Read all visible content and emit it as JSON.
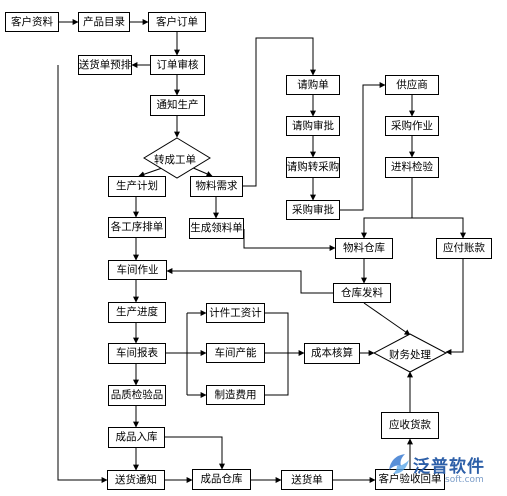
{
  "diagram": {
    "nodes": {
      "customer_info": "客户资料",
      "product_catalog": "产品目录",
      "customer_order": "客户订单",
      "delivery_schedule": "送货单预排",
      "order_review": "订单审核",
      "notify_production": "通知生产",
      "to_work_order": "转成工单",
      "production_plan": "生产计划",
      "material_demand": "物料需求",
      "process_scheduling": "各工序排单",
      "generate_picking": "生成领料单",
      "workshop_operation": "车间作业",
      "production_progress": "生产进度",
      "workshop_report": "车间报表",
      "quality_inspection": "品质检验品",
      "finished_storage": "成品入库",
      "delivery_notice": "送货通知",
      "finished_warehouse": "成品仓库",
      "delivery_note": "送货单",
      "customer_receipt": "客户验收回单",
      "piecework_wage": "计件工资计",
      "workshop_output": "车间产能",
      "manufacturing_cost": "制造费用",
      "cost_accounting": "成本核算",
      "finance": "财务处理",
      "receivable": "应收货款",
      "warehouse_issue": "仓库发料",
      "material_warehouse": "物料仓库",
      "payable": "应付账款",
      "purchase_request": "请购单",
      "request_approval": "请购审批",
      "request_to_purchase": "请购转采购",
      "purchase_approval": "采购审批",
      "supplier": "供应商",
      "purchase_operation": "采购作业",
      "incoming_inspection": "进料检验"
    },
    "colors": {
      "line": "#000000",
      "box_border": "#000000",
      "background": "#ffffff"
    }
  },
  "watermark": {
    "brand": "泛普软件",
    "url": "soft.com",
    "logo_icon": "fanpu-logo-icon"
  }
}
